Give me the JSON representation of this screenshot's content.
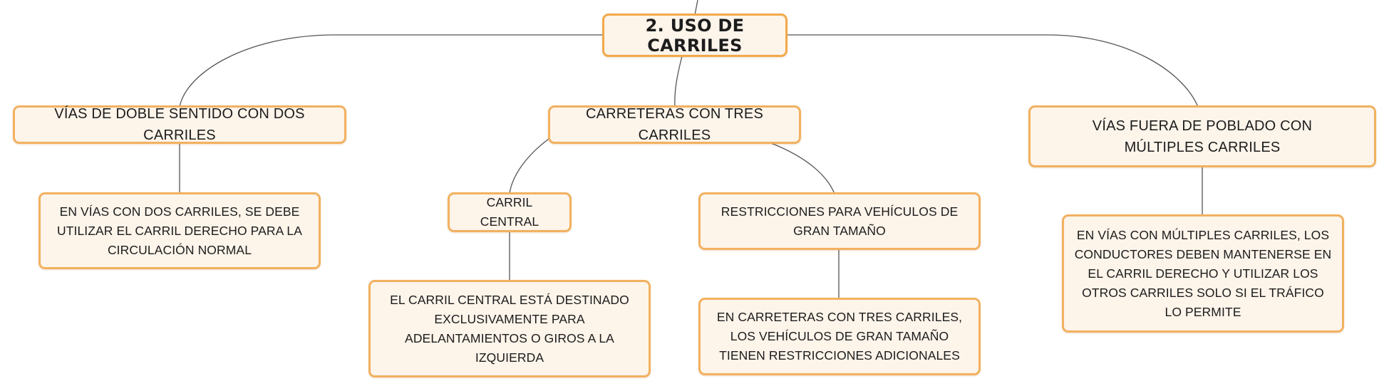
{
  "map": {
    "root": {
      "title": "2. USO DE CARRILES"
    },
    "branches": [
      {
        "title": "VÍAS DE DOBLE SENTIDO CON DOS CARRILES",
        "children": [
          "EN VÍAS CON DOS CARRILES, SE DEBE UTILIZAR EL CARRIL DERECHO PARA LA CIRCULACIÓN NORMAL"
        ]
      },
      {
        "title": "CARRETERAS CON TRES CARRILES",
        "children": [
          {
            "title": "CARRIL CENTRAL",
            "detail": "EL CARRIL CENTRAL ESTÁ DESTINADO EXCLUSIVAMENTE PARA ADELANTAMIENTOS O GIROS A LA IZQUIERDA"
          },
          {
            "title": "RESTRICCIONES PARA VEHÍCULOS DE GRAN TAMAÑO",
            "detail": "EN CARRETERAS CON TRES CARRILES, LOS VEHÍCULOS DE GRAN TAMAÑO TIENEN RESTRICCIONES ADICIONALES"
          }
        ]
      },
      {
        "title": "VÍAS FUERA DE POBLADO CON MÚLTIPLES CARRILES",
        "children": [
          "EN VÍAS CON MÚLTIPLES CARRILES, LOS CONDUCTORES DEBEN MANTENERSE EN EL CARRIL DERECHO Y UTILIZAR LOS OTROS CARRILES SOLO SI EL TRÁFICO LO PERMITE"
        ]
      }
    ]
  },
  "colors": {
    "node_fill": "#fdf4ea",
    "node_border": "#f2b160",
    "connector": "#555555",
    "text": "#1c1c1c"
  }
}
